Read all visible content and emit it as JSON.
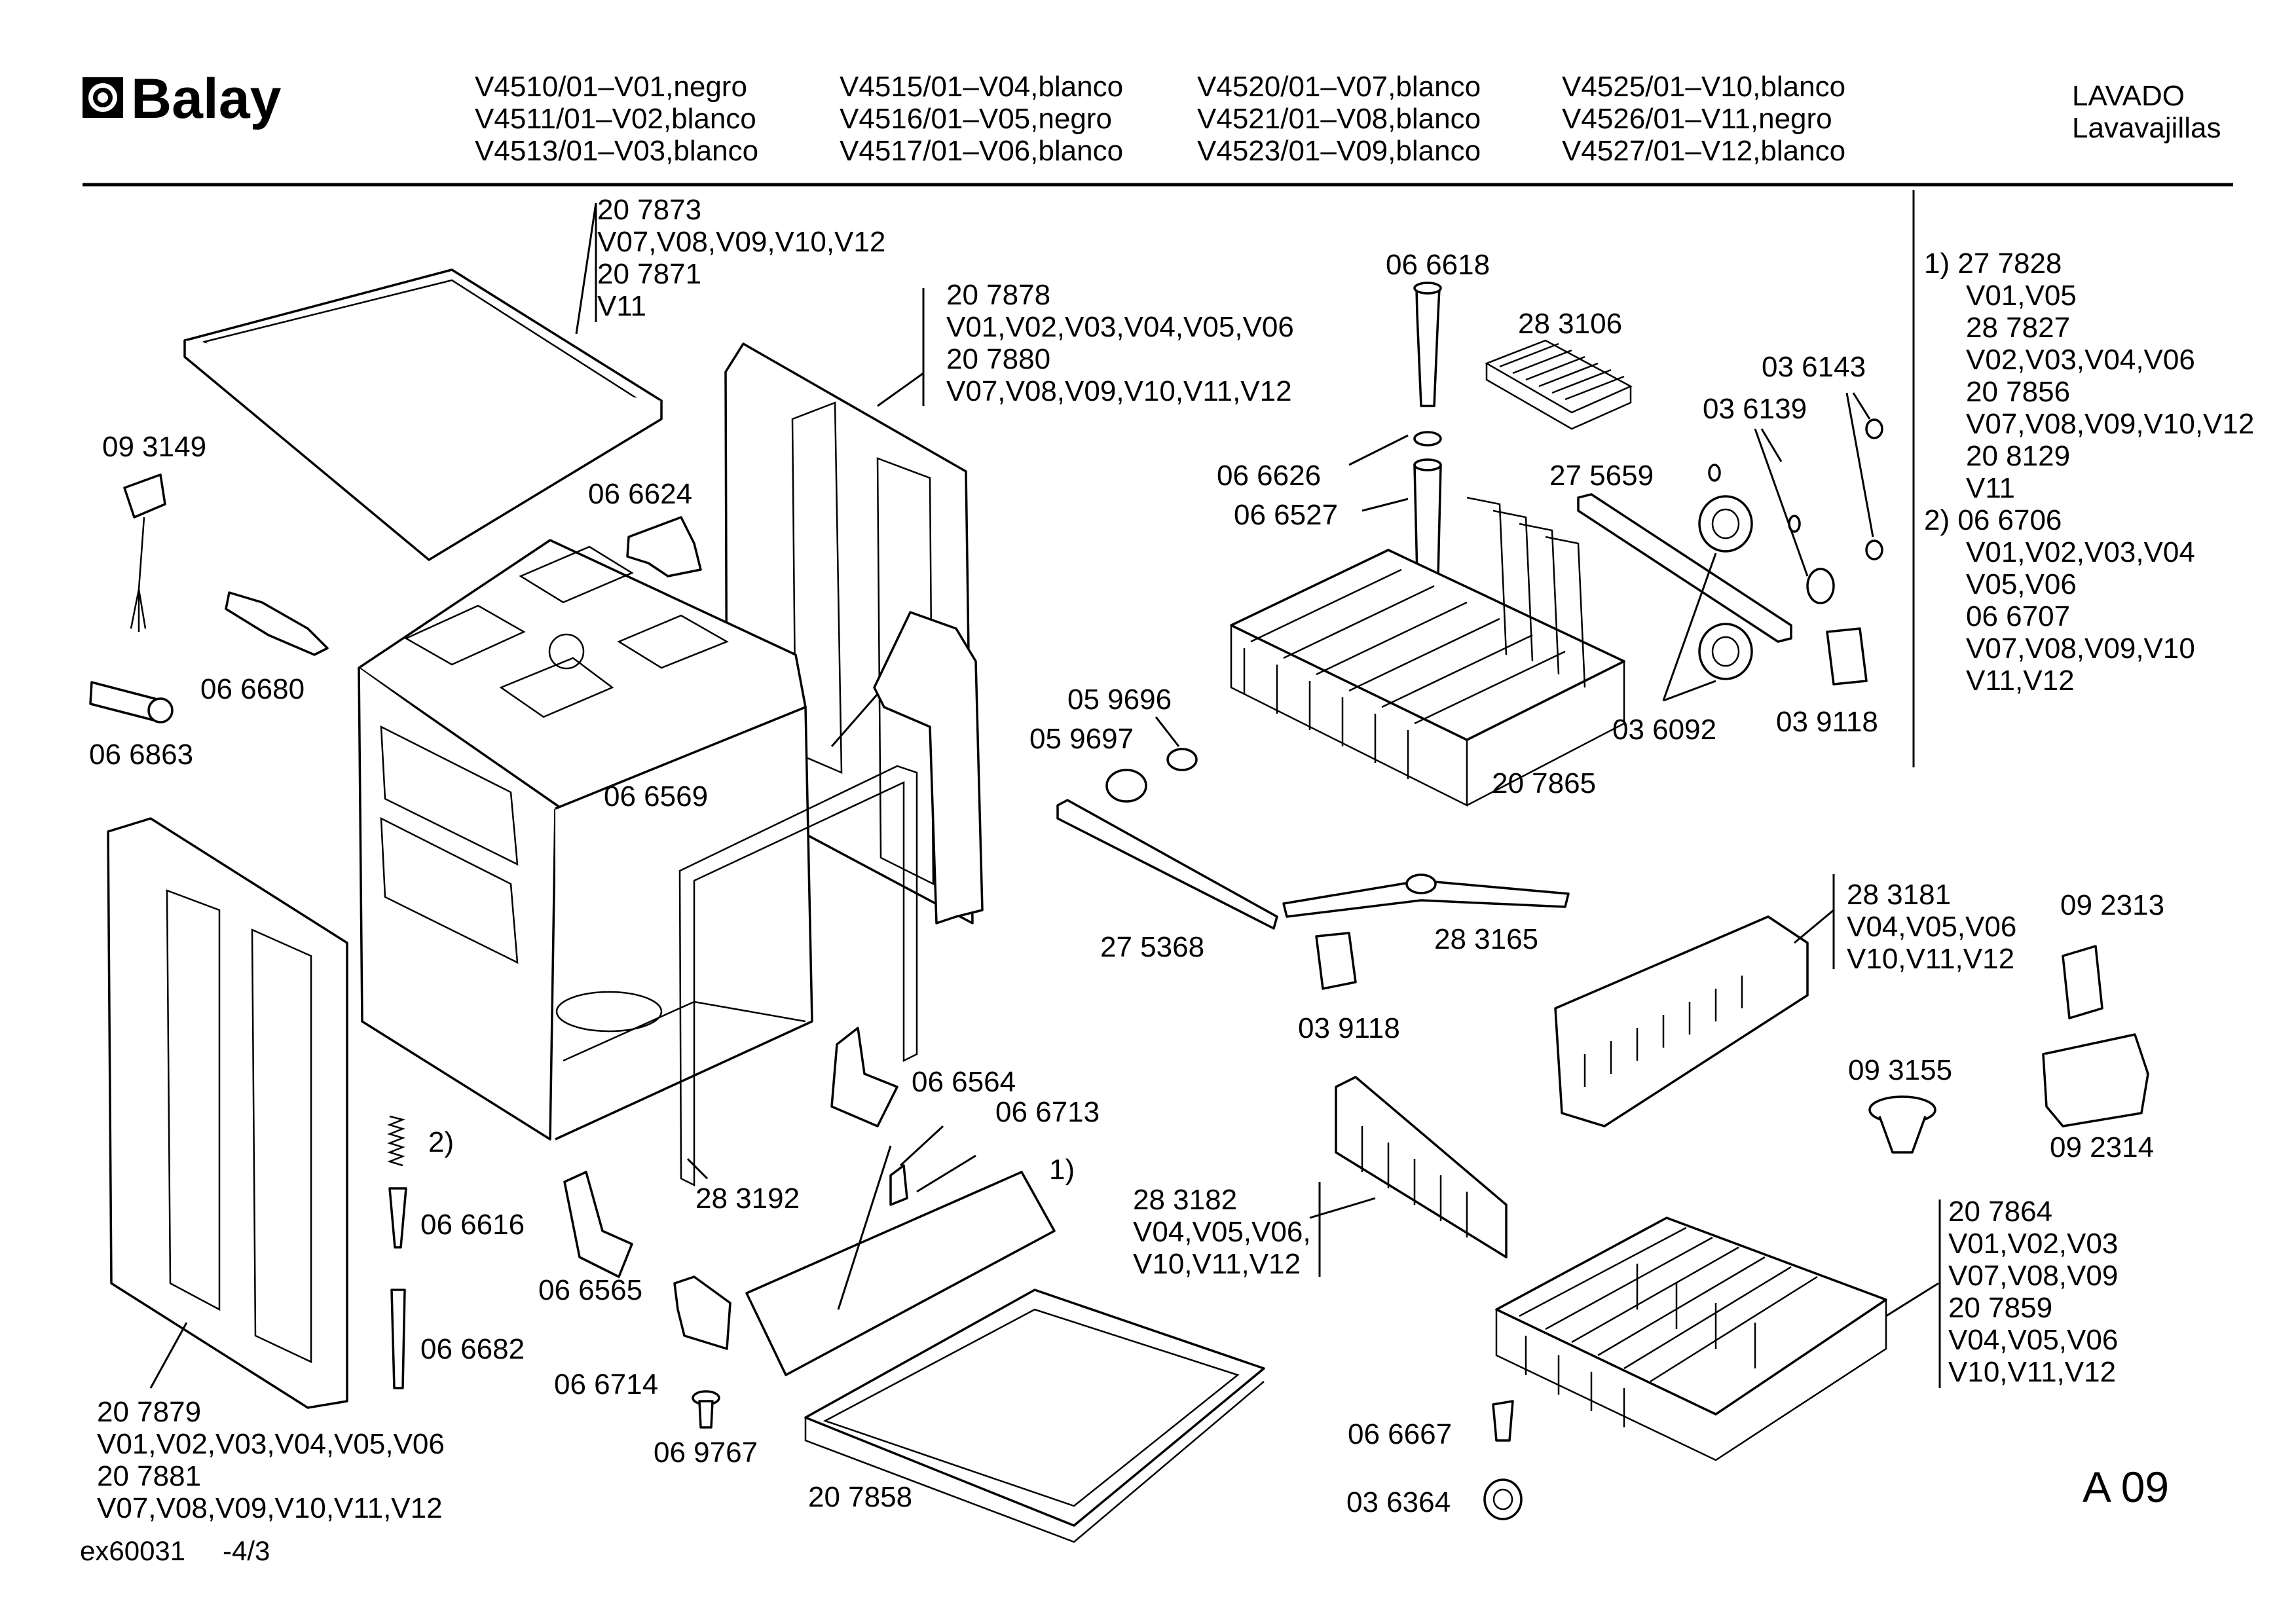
{
  "brand": "Balay",
  "header": {
    "models": [
      [
        "V4510/01–V01,negro",
        "V4511/01–V02,blanco",
        "V4513/01–V03,blanco"
      ],
      [
        "V4515/01–V04,blanco",
        "V4516/01–V05,negro",
        "V4517/01–V06,blanco"
      ],
      [
        "V4520/01–V07,blanco",
        "V4521/01–V08,blanco",
        "V4523/01–V09,blanco"
      ],
      [
        "V4525/01–V10,blanco",
        "V4526/01–V11,negro",
        "V4527/01–V12,blanco"
      ]
    ],
    "category": "LAVADO",
    "subcategory": "Lavavajillas"
  },
  "legend": {
    "lines": [
      "1)  27 7828",
      "V01,V05",
      "28 7827",
      "V02,V03,V04,V06",
      "20 7856",
      "V07,V08,V09,V10,V12",
      "20 8129",
      "V11",
      "2)  06 6706",
      "V01,V02,V03,V04",
      "V05,V06",
      "06 6707",
      "V07,V08,V09,V10",
      "V11,V12"
    ]
  },
  "parts": {
    "top": [
      "20 7873",
      "V07,V08,V09,V10,V12",
      "20 7871",
      "V11"
    ],
    "side_panel": [
      "20 7878",
      "V01,V02,V03,V04,V05,V06",
      "20 7880",
      "V07,V08,V09,V10,V11,V12"
    ],
    "front_panel": [
      "20 7879",
      "V01,V02,V03,V04,V05,V06",
      "20 7881",
      "V07,V08,V09,V10,V11,V12"
    ],
    "insert_283181": [
      "28 3181",
      "V04,V05,V06",
      "V10,V11,V12"
    ],
    "insert_283182": [
      "28 3182",
      "V04,V05,V06,",
      "V10,V11,V12"
    ],
    "lower_basket": [
      "20 7864",
      "V01,V02,V03",
      "V07,V08,V09",
      "20 7859",
      "V04,V05,V06",
      "V10,V11,V12"
    ],
    "p093149": "09 3149",
    "p066624": "06 6624",
    "p066680": "06 6680",
    "p066863": "06 6863",
    "p066569": "06 6569",
    "p066618": "06 6618",
    "p283106": "28 3106",
    "p036143": "03 6143",
    "p036139": "03 6139",
    "p066626": "06 6626",
    "p275659": "27 5659",
    "p066527": "06 6527",
    "p059696": "05 9696",
    "p059697": "05 9697",
    "p036092": "03 6092",
    "p039118a": "03 9118",
    "p207865": "20 7865",
    "p275368": "27 5368",
    "p283165": "28 3165",
    "p039118b": "03 9118",
    "p092313": "09 2313",
    "p093155": "09 3155",
    "p092314": "09 2314",
    "p066564": "06 6564",
    "p066713": "06 6713",
    "note1": "1)",
    "note2": "2)",
    "p283192": "28 3192",
    "p066616": "06 6616",
    "p066565": "06 6565",
    "p066682": "06 6682",
    "p066714": "06 6714",
    "p069767": "06 9767",
    "p207858": "20 7858",
    "p066667": "06 6667",
    "p036364": "03 6364"
  },
  "footer": {
    "doc_id": "ex60031",
    "page": "-4/3",
    "sheet": "A 09"
  }
}
